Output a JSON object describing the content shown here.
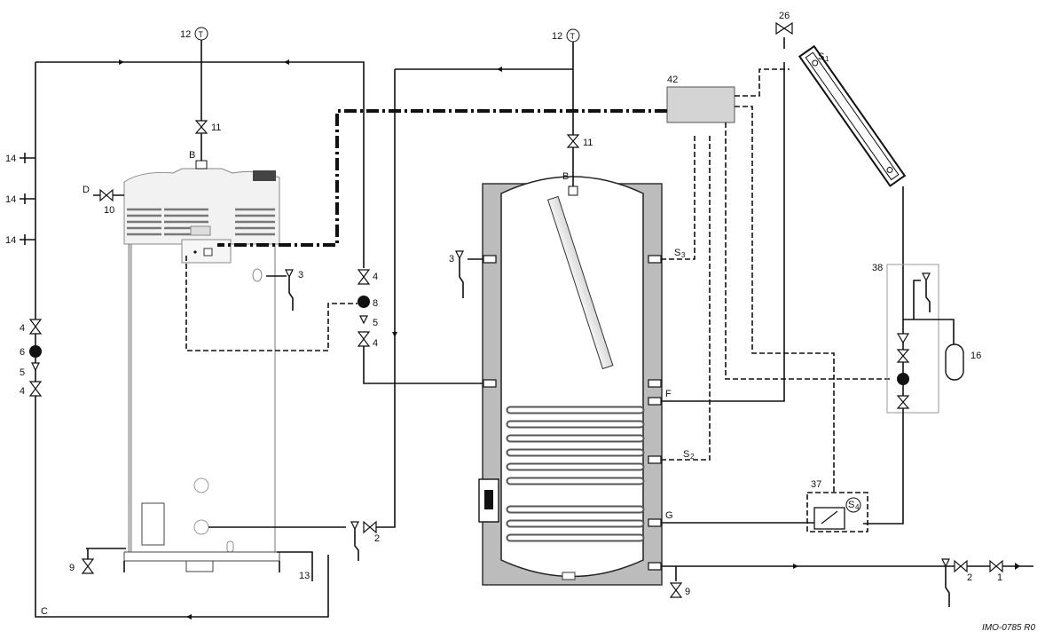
{
  "labels": {
    "thermometer_left": "12",
    "thermometer_tank": "12",
    "vent_top": "26",
    "controller": "42",
    "collector_sensor": "S",
    "collector_sensor_sub": "1",
    "tank_sensor_top": "S",
    "tank_sensor_top_sub": "3",
    "tank_sensor_bottom": "S",
    "tank_sensor_bottom_sub": "2",
    "port_b_heater": "B",
    "port_b_tank": "B",
    "port_d": "D",
    "port_f": "F",
    "port_g": "G",
    "port_c": "C",
    "valve_11_left": "11",
    "valve_11_tank": "11",
    "valve_10": "10",
    "legend_14a": "14",
    "legend_14b": "14",
    "legend_14c": "14",
    "left_4a": "4",
    "left_6": "6",
    "left_5": "5",
    "left_4b": "4",
    "relief_3_heater": "3",
    "relief_3_tank": "3",
    "mid_4a": "4",
    "mid_8": "8",
    "mid_5": "5",
    "mid_4b": "4",
    "valve_2_mid": "2",
    "valve_2_right": "2",
    "valve_1": "1",
    "drain_9_left": "9",
    "drain_9_tank": "9",
    "drain_13": "13",
    "solar_group": "38",
    "expansion_vessel": "16",
    "thermostat_box": "37",
    "thermostat_sensor": "S",
    "thermostat_sensor_sub": "4",
    "drawing_ref": "IMO-0785 R0"
  }
}
